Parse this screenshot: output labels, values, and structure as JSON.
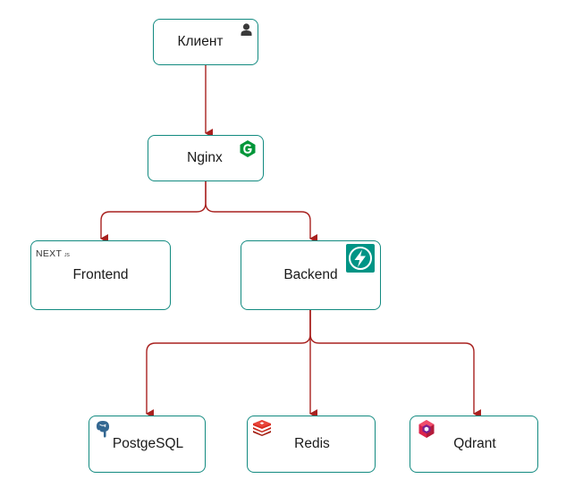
{
  "diagram": {
    "nodes": {
      "client": {
        "label": "Клиент",
        "icon": "user-icon"
      },
      "nginx": {
        "label": "Nginx",
        "icon": "nginx-logo-icon"
      },
      "frontend": {
        "label": "Frontend",
        "icon": "nextjs-logo-icon",
        "icon_text": "NEXT"
      },
      "backend": {
        "label": "Backend",
        "icon": "fastapi-logo-icon"
      },
      "postgresql": {
        "label": "PostgeSQL",
        "icon": "postgresql-logo-icon"
      },
      "redis": {
        "label": "Redis",
        "icon": "redis-logo-icon"
      },
      "qdrant": {
        "label": "Qdrant",
        "icon": "qdrant-logo-icon"
      }
    },
    "edges": [
      {
        "from": "Клиент",
        "to": "Nginx"
      },
      {
        "from": "Nginx",
        "to": "Frontend"
      },
      {
        "from": "Nginx",
        "to": "Backend"
      },
      {
        "from": "Backend",
        "to": "PostgeSQL"
      },
      {
        "from": "Backend",
        "to": "Redis"
      },
      {
        "from": "Backend",
        "to": "Qdrant"
      }
    ],
    "colors": {
      "node_border": "#128a80",
      "edge": "#a8211f",
      "nginx_logo": "#009639",
      "fastapi_logo": "#009485",
      "redis_logo": "#d82c20",
      "qdrant_logo": "#dc244c",
      "postgresql_logo": "#336791"
    }
  }
}
